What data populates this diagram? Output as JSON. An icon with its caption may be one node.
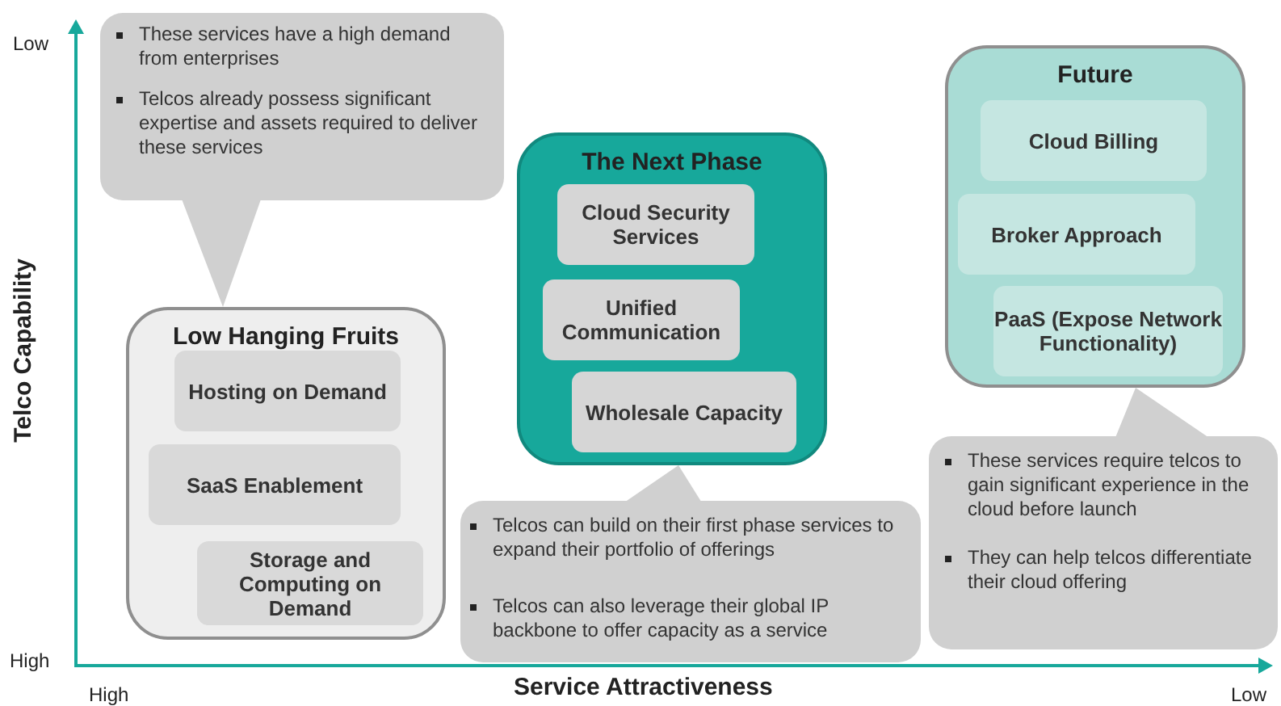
{
  "diagram": {
    "nodes": [
      {
        "text": [
          "These services have a high demand from enterprises",
          "Telcos already possess significant expertise and assets required to deliver these services"
        ]
      },
      {
        "text": [
          "Low Hanging Fruits"
        ]
      },
      {
        "text": [
          "Hosting on Demand"
        ],
        "in": 1
      },
      {
        "text": [
          "SaaS Enablement"
        ],
        "in": 1
      },
      {
        "text": [
          "Storage and Computing on Demand"
        ],
        "in": 1
      },
      {
        "text": [
          "The Next Phase"
        ]
      },
      {
        "text": [
          "Cloud Security Services"
        ],
        "in": 5
      },
      {
        "text": [
          "Unified Communication"
        ],
        "in": 5
      },
      {
        "text": [
          "Wholesale Capacity"
        ],
        "in": 5
      },
      {
        "text": [
          "Telcos can build on their first phase services  to expand their portfolio of offerings",
          "Telcos can also leverage their global IP backbone to  offer capacity as a service"
        ]
      },
      {
        "text": [
          "Future"
        ]
      },
      {
        "text": [
          "Cloud Billing"
        ],
        "in": 10
      },
      {
        "text": [
          "Broker Approach"
        ],
        "in": 10
      },
      {
        "text": [
          "PaaS (Expose Network Functionality)"
        ],
        "in": 10
      },
      {
        "text": [
          "These services require telcos to gain significant experience in the cloud before launch",
          "They can help telcos differentiate their cloud offering"
        ]
      }
    ],
    "labels": [
      "Low",
      "Telco Capability",
      "High",
      "High",
      "Service Attractiveness",
      "Low"
    ]
  }
}
